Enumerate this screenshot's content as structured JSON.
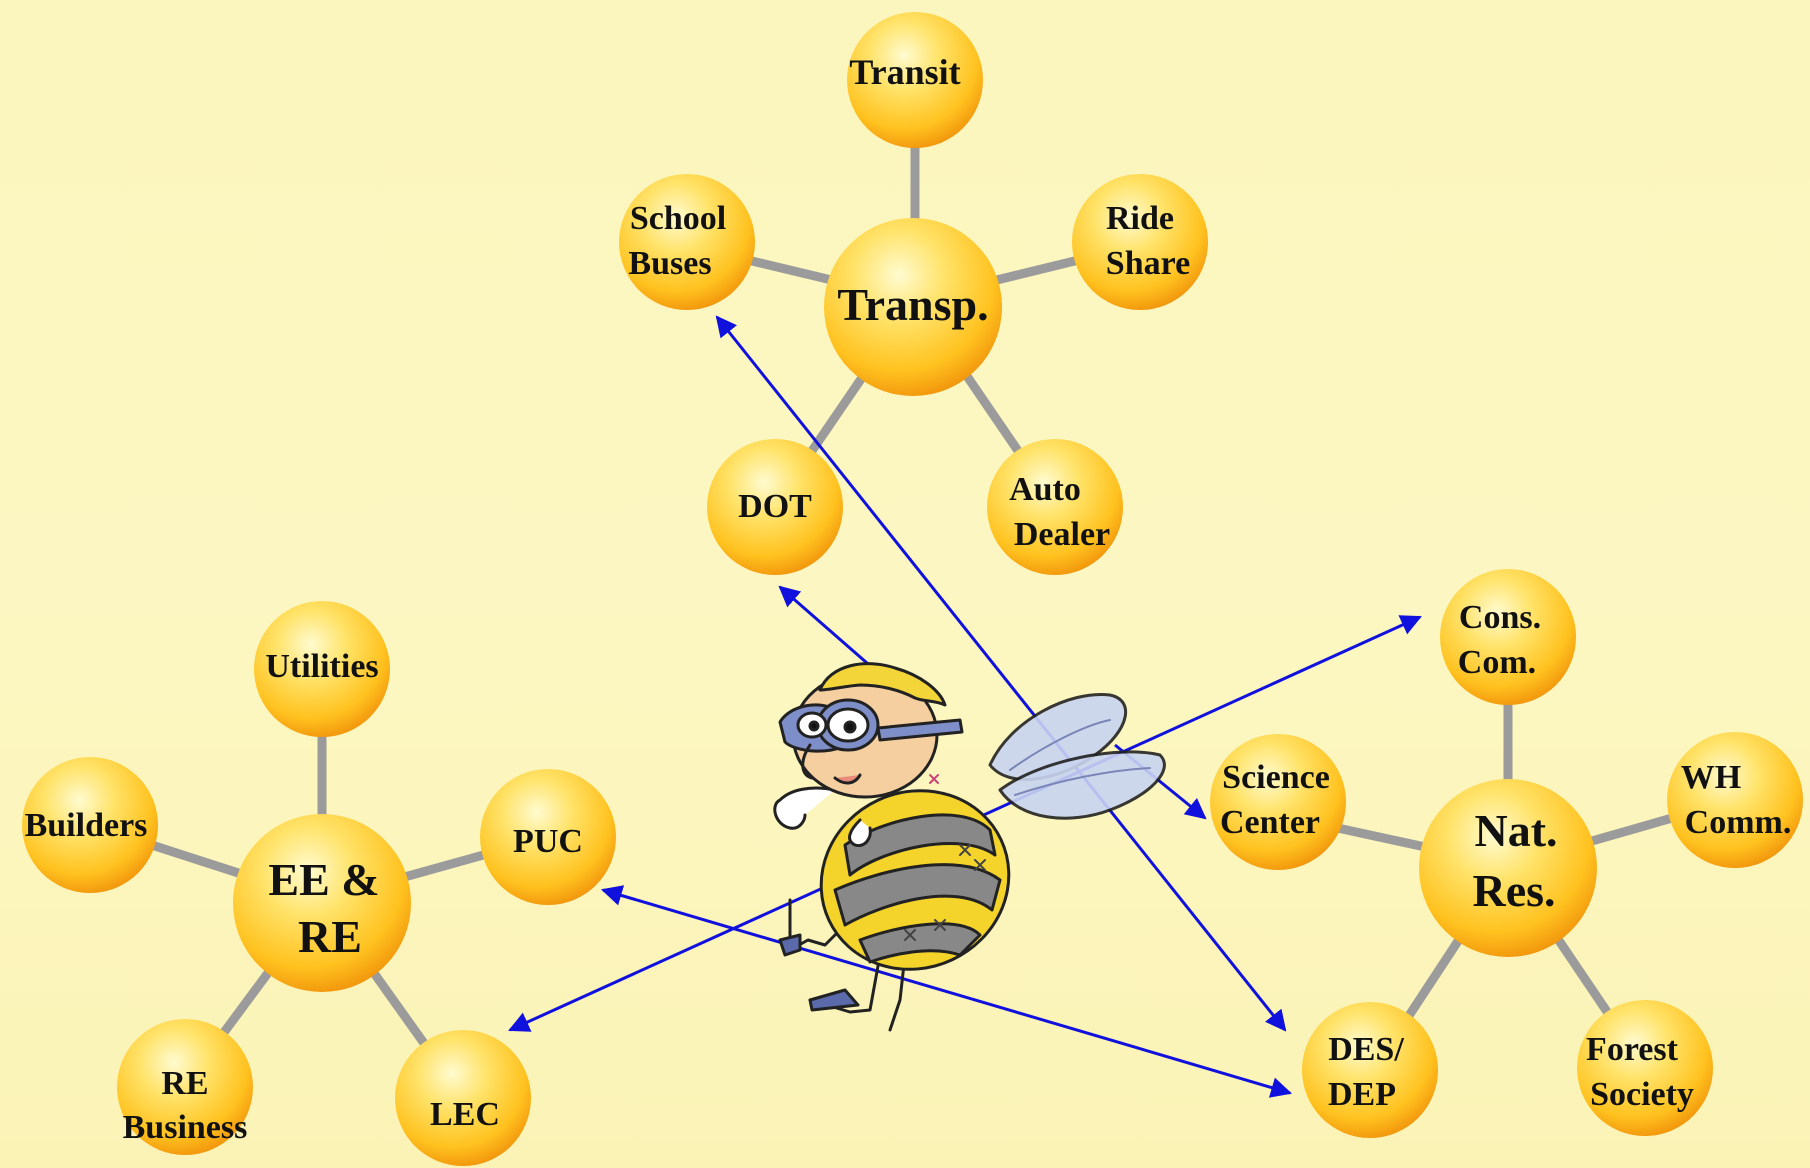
{
  "colors": {
    "connector": "#9b9b9b",
    "arrow": "#1111dd",
    "node_light": "#fff9c0",
    "node_mid": "#ffcf33",
    "node_dark": "#f39a0c"
  },
  "hubs": {
    "transp": {
      "label": "Transp."
    },
    "eere": {
      "label_line1": "EE &",
      "label_line2": "RE"
    },
    "natres": {
      "label_line1": "Nat.",
      "label_line2": "Res."
    }
  },
  "satellites": {
    "transit": {
      "label": "Transit"
    },
    "school_buses": {
      "line1": "School",
      "line2": "Buses"
    },
    "ride_share": {
      "line1": "Ride",
      "line2": "Share"
    },
    "dot": {
      "label": "DOT"
    },
    "auto_dealer": {
      "line1": "Auto",
      "line2": "Dealer"
    },
    "utilities": {
      "label": "Utilities"
    },
    "builders": {
      "label": "Builders"
    },
    "puc": {
      "label": "PUC"
    },
    "re_business": {
      "line1": "RE",
      "line2": "Business"
    },
    "lec": {
      "label": "LEC"
    },
    "cons_com": {
      "line1": "Cons.",
      "line2": "Com."
    },
    "science_center": {
      "line1": "Science",
      "line2": "Center"
    },
    "wh_comm": {
      "line1": "WH",
      "line2": "Comm."
    },
    "des_dep": {
      "line1": "DES/",
      "line2": "DEP"
    },
    "forest_society": {
      "line1": "Forest",
      "line2": "Society"
    }
  },
  "mascot": {
    "icon": "bee-mascot-icon"
  }
}
